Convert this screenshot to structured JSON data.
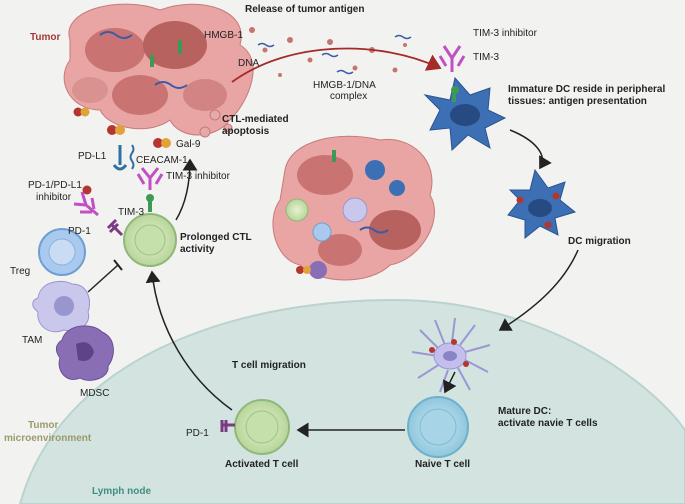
{
  "labels": {
    "tumor": "Tumor",
    "release": "Release of tumor antigen",
    "hmgb1": "HMGB-1",
    "dna": "DNA",
    "complex_1": "HMGB-1/DNA",
    "complex_2": "complex",
    "tim3_inhibitor_top": "TIM-3 inhibitor",
    "tim3_top": "TIM-3",
    "immature_1": "Immature DC reside in peripheral",
    "immature_2": "tissues: antigen presentation",
    "ctl_1": "CTL-mediated",
    "ctl_2": "apoptosis",
    "gal9": "Gal-9",
    "pdl1": "PD-L1",
    "ceacam1": "CEACAM-1",
    "tim3_inhibitor_mid": "TIM-3  inhibitor",
    "pd1_pdl1_1": "PD-1/PD-L1",
    "pd1_pdl1_2": "inhibitor",
    "pd1_mid": "PD-1",
    "tim3_mid": "TIM-3",
    "prolonged_1": "Prolonged CTL",
    "prolonged_2": "activity",
    "treg": "Treg",
    "tam": "TAM",
    "mdsc": "MDSC",
    "dc_migration": "DC migration",
    "tcell_migration": "T cell migration",
    "tme_1": "Tumor",
    "tme_2": "microenvironment",
    "pd1_bottom": "PD-1",
    "activated": "Activated T cell",
    "naive": "Naive T cell",
    "mature_1": "Mature DC:",
    "mature_2": "activate navie T cells",
    "lymph": "Lymph node"
  },
  "colors": {
    "background": "#f2f3f1",
    "lymph_node": "#d3e3e0",
    "lymph_text": "#3f8f80",
    "tme_text": "#9a9a6a",
    "tumor_text": "#a23a3a",
    "arrow_red": "#a52a2a"
  }
}
